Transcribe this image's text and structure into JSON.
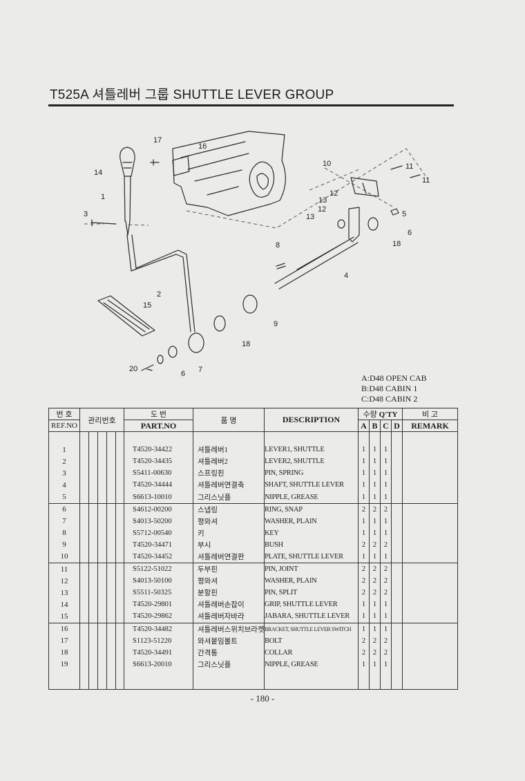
{
  "title": "T525A 셔틀레버 그룹 SHUTTLE LEVER GROUP",
  "callouts": [
    "1",
    "2",
    "3",
    "4",
    "5",
    "6",
    "6",
    "7",
    "8",
    "9",
    "10",
    "11",
    "11",
    "12",
    "12",
    "13",
    "13",
    "14",
    "15",
    "16",
    "17",
    "18",
    "18",
    "20"
  ],
  "legend": [
    "A:D48 OPEN CAB",
    "B:D48 CABIN 1",
    "C:D48 CABIN 2"
  ],
  "table": {
    "headers": {
      "ref_kor": "번 호",
      "ref_eng": "REF.NO",
      "mgmt": "관리번호",
      "part_kor": "도 번",
      "part_eng": "PART.NO",
      "name_kor": "품 명",
      "description": "DESCRIPTION",
      "qty_kor": "수량",
      "qty_eng": "Q'TY",
      "remark_kor": "비 고",
      "remark_eng": "REMARK",
      "a": "A",
      "b": "B",
      "c": "C",
      "d": "D"
    },
    "rows": [
      {
        "ref": "1",
        "part": "T4520-34422",
        "kor": "셔틀레버1",
        "desc": "LEVER1, SHUTTLE",
        "a": "1",
        "b": "1",
        "c": "1"
      },
      {
        "ref": "2",
        "part": "T4520-34435",
        "kor": "셔틀레버2",
        "desc": "LEVER2, SHUTTLE",
        "a": "1",
        "b": "1",
        "c": "1"
      },
      {
        "ref": "3",
        "part": "S5411-00630",
        "kor": "스프링핀",
        "desc": "PIN, SPRING",
        "a": "1",
        "b": "1",
        "c": "1"
      },
      {
        "ref": "4",
        "part": "T4520-34444",
        "kor": "셔틀레버연결축",
        "desc": "SHAFT, SHUTTLE LEVER",
        "a": "1",
        "b": "1",
        "c": "1"
      },
      {
        "ref": "5",
        "part": "S6613-10010",
        "kor": "그리스닛플",
        "desc": "NIPPLE, GREASE",
        "a": "1",
        "b": "1",
        "c": "1"
      },
      {
        "ref": "6",
        "part": "S4612-00200",
        "kor": "스냅링",
        "desc": "RING, SNAP",
        "a": "2",
        "b": "2",
        "c": "2"
      },
      {
        "ref": "7",
        "part": "S4013-50200",
        "kor": "평와셔",
        "desc": "WASHER, PLAIN",
        "a": "1",
        "b": "1",
        "c": "1"
      },
      {
        "ref": "8",
        "part": "S5712-00540",
        "kor": "키",
        "desc": "KEY",
        "a": "1",
        "b": "1",
        "c": "1"
      },
      {
        "ref": "9",
        "part": "T4520-34471",
        "kor": "부시",
        "desc": "BUSH",
        "a": "2",
        "b": "2",
        "c": "2"
      },
      {
        "ref": "10",
        "part": "T4520-34452",
        "kor": "셔틀레버연결판",
        "desc": "PLATE, SHUTTLE LEVER",
        "a": "1",
        "b": "1",
        "c": "1"
      },
      {
        "ref": "11",
        "part": "S5122-51022",
        "kor": "두부핀",
        "desc": "PIN, JOINT",
        "a": "2",
        "b": "2",
        "c": "2"
      },
      {
        "ref": "12",
        "part": "S4013-50100",
        "kor": "평와셔",
        "desc": "WASHER, PLAIN",
        "a": "2",
        "b": "2",
        "c": "2"
      },
      {
        "ref": "13",
        "part": "S5511-50325",
        "kor": "분할핀",
        "desc": "PIN, SPLIT",
        "a": "2",
        "b": "2",
        "c": "2"
      },
      {
        "ref": "14",
        "part": "T4520-29801",
        "kor": "셔틀레버손잡이",
        "desc": "GRIP, SHUTTLE LEVER",
        "a": "1",
        "b": "1",
        "c": "1"
      },
      {
        "ref": "15",
        "part": "T4520-29862",
        "kor": "셔틀레버자바라",
        "desc": "JABARA, SHUTTLE LEVER",
        "a": "1",
        "b": "1",
        "c": "1"
      },
      {
        "ref": "16",
        "part": "T4520-34482",
        "kor": "셔틀레버스위치브라켓",
        "desc": "BRACKET, SHUTTLE LEVER SWITCH",
        "a": "1",
        "b": "1",
        "c": "1"
      },
      {
        "ref": "17",
        "part": "S1123-51220",
        "kor": "와셔붙임볼트",
        "desc": "BOLT",
        "a": "2",
        "b": "2",
        "c": "2"
      },
      {
        "ref": "18",
        "part": "T4520-34491",
        "kor": "간격통",
        "desc": "COLLAR",
        "a": "2",
        "b": "2",
        "c": "2"
      },
      {
        "ref": "19",
        "part": "S6613-20010",
        "kor": "그리스닛플",
        "desc": "NIPPLE, GREASE",
        "a": "1",
        "b": "1",
        "c": "1"
      }
    ]
  },
  "page_number": "- 180 -"
}
